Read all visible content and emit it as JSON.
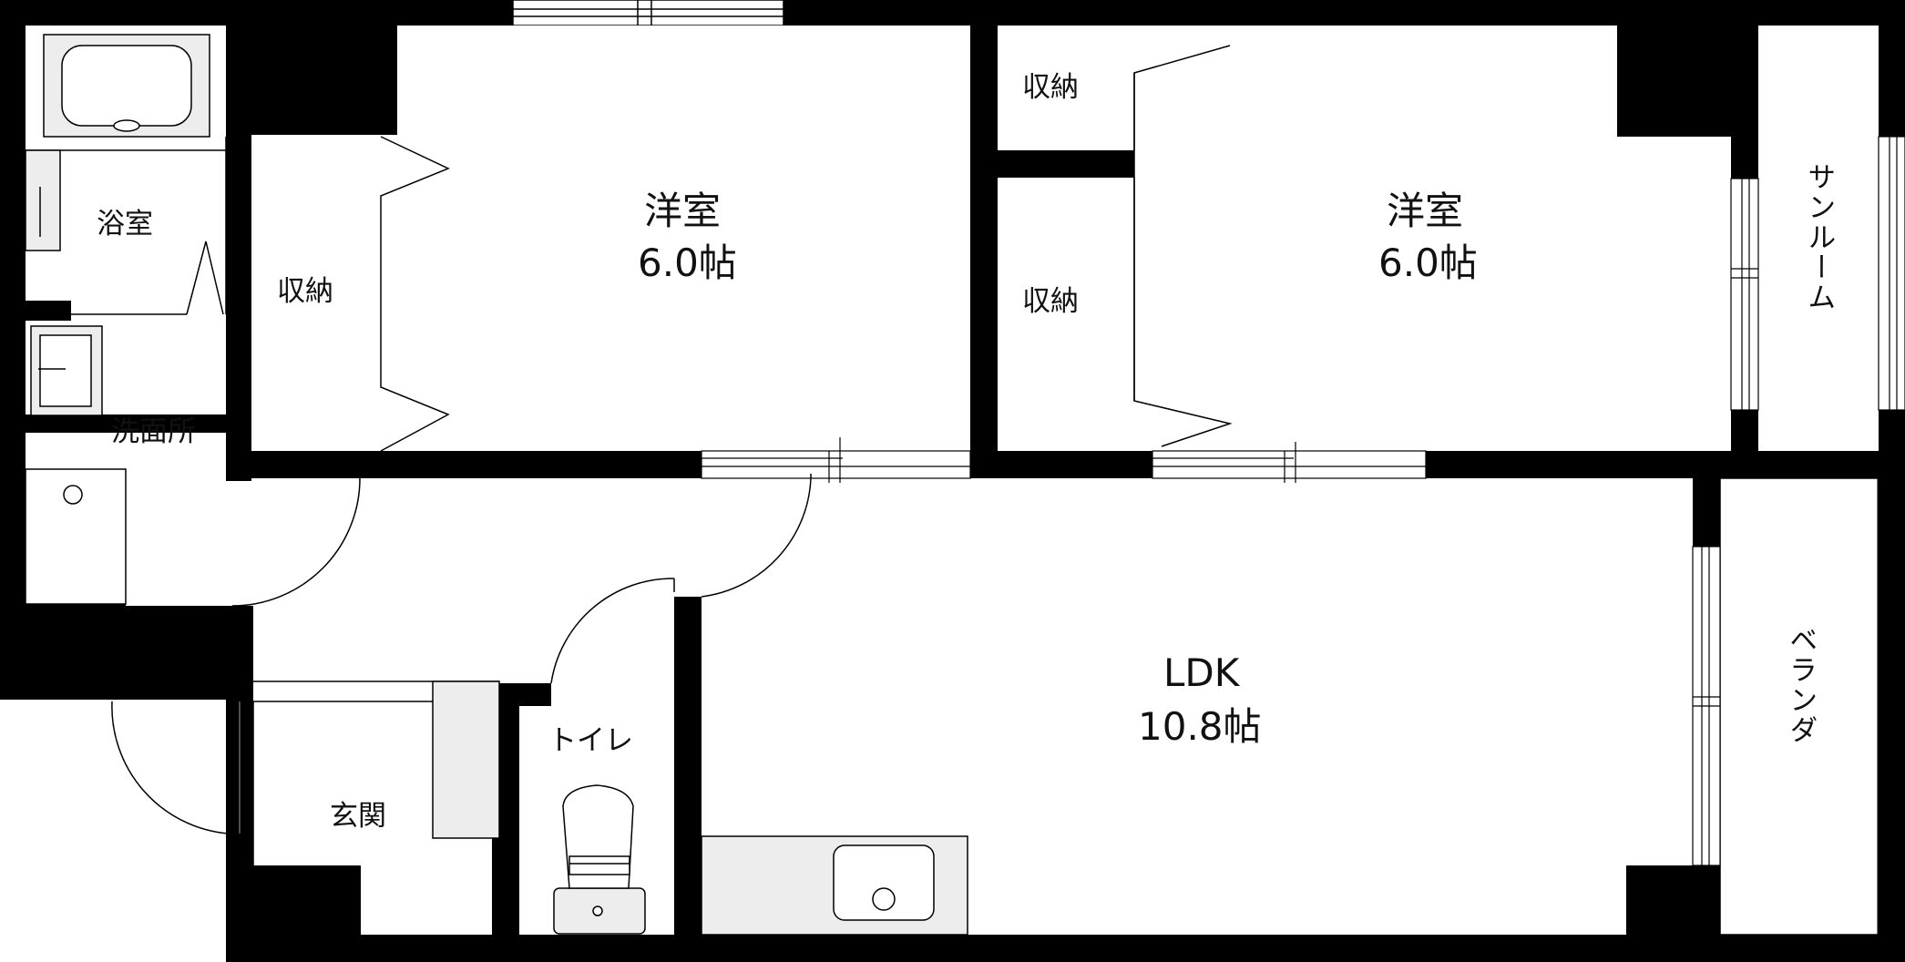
{
  "rooms": {
    "western_room_left": {
      "name": "洋室",
      "size": "6.0帖"
    },
    "western_room_right": {
      "name": "洋室",
      "size": "6.0帖"
    },
    "ldk": {
      "name": "LDK",
      "size": "10.8帖"
    },
    "storage_left": "収納",
    "storage_right_top": "収納",
    "storage_right_mid": "収納",
    "bathroom": "浴室",
    "washroom": "洗面所",
    "toilet": "トイレ",
    "entrance": "玄関",
    "sunroom": "サンルーム",
    "balcony": "ベランダ"
  },
  "colors": {
    "wall": "#000000",
    "fixture_fill": "#ededed",
    "line": "#000000",
    "background": "#ffffff"
  }
}
